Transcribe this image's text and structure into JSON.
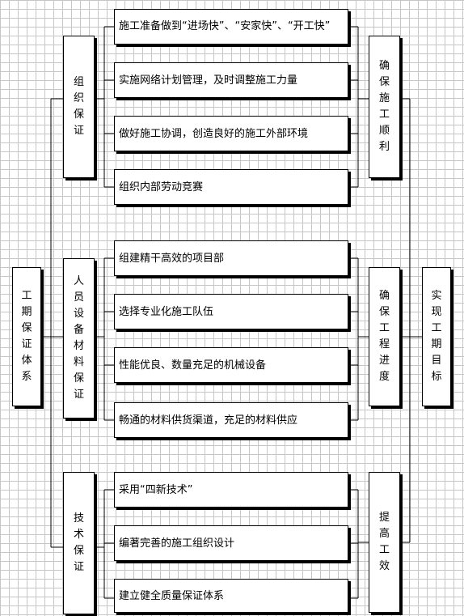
{
  "left_root": {
    "label": "工期保证体系"
  },
  "right_root": {
    "label": "实现工期目标"
  },
  "groups": [
    {
      "label": "组织保证",
      "goal": "确保施工顺利",
      "items": [
        "施工准备做到“进场快”、“安家快”、“开工快”",
        "实施网络计划管理，及时调整施工力量",
        "做好施工协调，创造良好的施工外部环境",
        "组织内部劳动竞赛"
      ]
    },
    {
      "label": "人员设备材料保证",
      "goal": "确保工程进度",
      "items": [
        "组建精干高效的项目部",
        "选择专业化施工队伍",
        "性能优良、数量充足的机械设备",
        "畅通的材料供货渠道，充足的材料供应"
      ]
    },
    {
      "label": "技术保证",
      "goal": "提高工效",
      "items": [
        "采用“四新技术”",
        "编著完善的施工组织设计",
        "建立健全质量保证体系"
      ]
    }
  ]
}
